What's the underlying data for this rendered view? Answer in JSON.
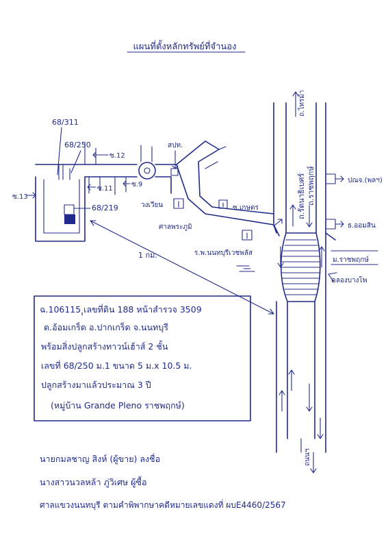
{
  "title": "แผนที่ตั้งหลักทรัพย์ที่จำนอง",
  "labels": {
    "unit_68_311": "68/311",
    "unit_68_250": "68/250",
    "unit_68_219": "68/219",
    "soi_12": "ซ.12",
    "soi_11": "ซ.11",
    "soi_9": "ซ.9",
    "soi_13": "ซ.13",
    "soi_pho": "สปท.",
    "roundabout": "วงเวียน",
    "shrine": "ศาลพระภูมิ",
    "soi_kaset": "ซ.เกษตร",
    "distance": "1 กม.",
    "hospital": "ร.พ.นนทบุรีเวชพลัส",
    "road_main": "ถ.รัตนาธิเบศร์",
    "road_side": "ถ.ราชพฤกษ์",
    "sign_top": "ถ.ไทรม้า",
    "post_office": "ปณจ.(พลฯ)",
    "bank": "ธ.ออมสิน",
    "mall": "ม.ราชพฤกษ์",
    "canal": "คลองบางโพ",
    "bottom_road": "ถนนฯ"
  },
  "info": {
    "line1": "ฉ.106115 เลขที่ดิน 188 หน้าสำรวจ 3509",
    "line2": "ต.อ้อมเกร็ด อ.ปากเกร็ด จ.นนทบุรี",
    "line3": "พร้อมสิ่งปลูกสร้างทาวน์เฮ้าส์ 2 ชั้น",
    "line4": "เลขที่ 68/250 ม.1 ขนาด 5 ม.x 10.5 ม.",
    "line5": "ปลูกสร้างมาแล้วประมาณ 3 ปี",
    "line6": "(หมู่บ้าน Grande Pleno ราชพฤกษ์)"
  },
  "signatures": {
    "line1": "นายกมลชาญ สิงห์ (ผู้ขาย) ลงชื่อ",
    "line2": "นางสาวนวลหล้า ภู่วิเศษ ผู้ซื้อ",
    "line3": "ศาลแขวงนนทบุรี ตามคำพิพากษาคดีหมายเลขแดงที่ ผบE4460/2567"
  }
}
